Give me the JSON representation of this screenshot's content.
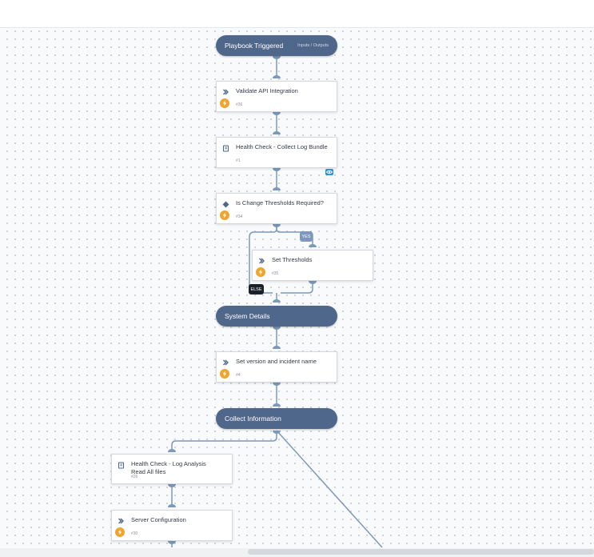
{
  "sections": [
    {
      "title": "Playbook Triggered",
      "sub": "Inputs / Outputs"
    },
    {
      "title": "System Details"
    },
    {
      "title": "Collect Information"
    }
  ],
  "tasks": [
    {
      "name": "Validate API Integration",
      "id": "#36",
      "icon": "chevron-right-icon"
    },
    {
      "name": "Health Check - Collect Log Bundle",
      "id": "#1",
      "icon": "book-icon"
    },
    {
      "name": "Is Change Thresholds Required?",
      "id": "#34",
      "icon": "diamond-icon"
    },
    {
      "name": "Set Thresholds",
      "id": "#35",
      "icon": "chevron-right-icon"
    },
    {
      "name": "Set version and incident name",
      "id": "#4",
      "icon": "chevron-right-icon"
    },
    {
      "name": "Health Check - Log Analysis Read All files",
      "id": "#26",
      "icon": "book-icon"
    },
    {
      "name": "Server Configuration",
      "id": "#30",
      "icon": "chevron-right-icon"
    }
  ],
  "branch_labels": {
    "yes": "YES",
    "else": "ELSE"
  },
  "colors": {
    "section": "#50678c",
    "connector": "#7c98ba",
    "automation_bolt": "#f0a430",
    "playbook_eye": "#2d8ae6"
  }
}
